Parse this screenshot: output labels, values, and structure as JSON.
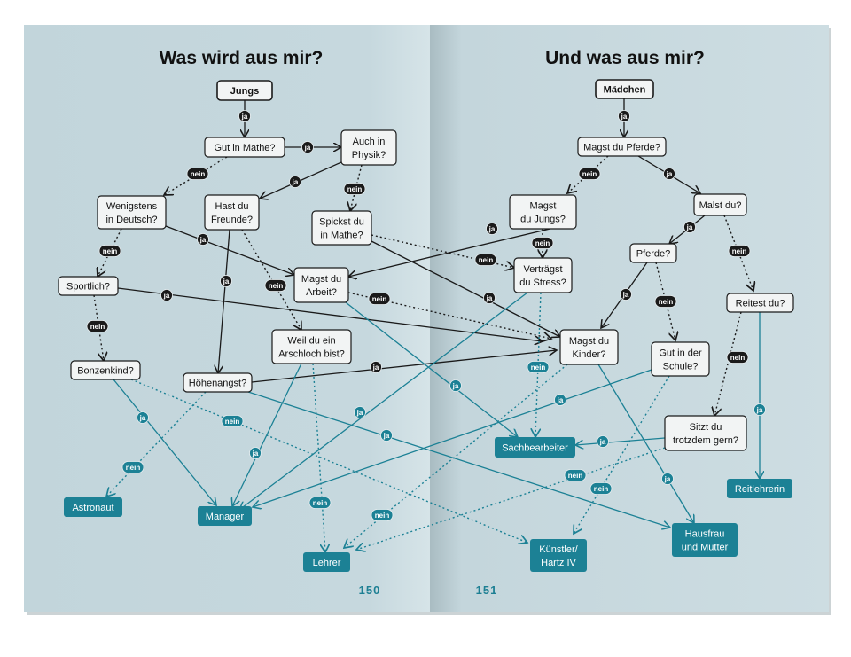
{
  "left_page": {
    "title": "Was wird aus mir?",
    "page_number": "150"
  },
  "right_page": {
    "title": "Und was aus mir?",
    "page_number": "151"
  },
  "labels": {
    "ja": "ja",
    "nein": "nein"
  },
  "nodes": {
    "jungs": [
      "Jungs"
    ],
    "gut_mathe": [
      "Gut in Mathe?"
    ],
    "physik": [
      "Auch in",
      "Physik?"
    ],
    "deutsch": [
      "Wenigstens",
      "in Deutsch?"
    ],
    "freunde": [
      "Hast du",
      "Freunde?"
    ],
    "spickst": [
      "Spickst du",
      "in Mathe?"
    ],
    "sportlich": [
      "Sportlich?"
    ],
    "arbeit": [
      "Magst du",
      "Arbeit?"
    ],
    "arschloch": [
      "Weil du ein",
      "Arschloch bist?"
    ],
    "bonzenkind": [
      "Bonzenkind?"
    ],
    "hoehenangst": [
      "Höhenangst?"
    ],
    "astronaut": [
      "Astronaut"
    ],
    "manager": [
      "Manager"
    ],
    "lehrer": [
      "Lehrer"
    ],
    "maedchen": [
      "Mädchen"
    ],
    "pferde_mag": [
      "Magst du Pferde?"
    ],
    "jungs_mag": [
      "Magst",
      "du Jungs?"
    ],
    "malst": [
      "Malst du?"
    ],
    "stress": [
      "Verträgst",
      "du Stress?"
    ],
    "pferde": [
      "Pferde?"
    ],
    "reitest": [
      "Reitest du?"
    ],
    "kinder": [
      "Magst du",
      "Kinder?"
    ],
    "schule": [
      "Gut in der",
      "Schule?"
    ],
    "sitzt": [
      "Sitzt du",
      "trotzdem gern?"
    ],
    "sachbearbeiter": [
      "Sachbearbeiter"
    ],
    "reitlehrerin": [
      "Reitlehrerin"
    ],
    "hausfrau": [
      "Hausfrau",
      "und Mutter"
    ],
    "kuenstler": [
      "Künstler/",
      "Hartz IV"
    ]
  },
  "colors": {
    "page": "#c4d7dd",
    "teal": "#1c8195",
    "dark": "#1a1a1a",
    "box": "#f2f4f4"
  }
}
